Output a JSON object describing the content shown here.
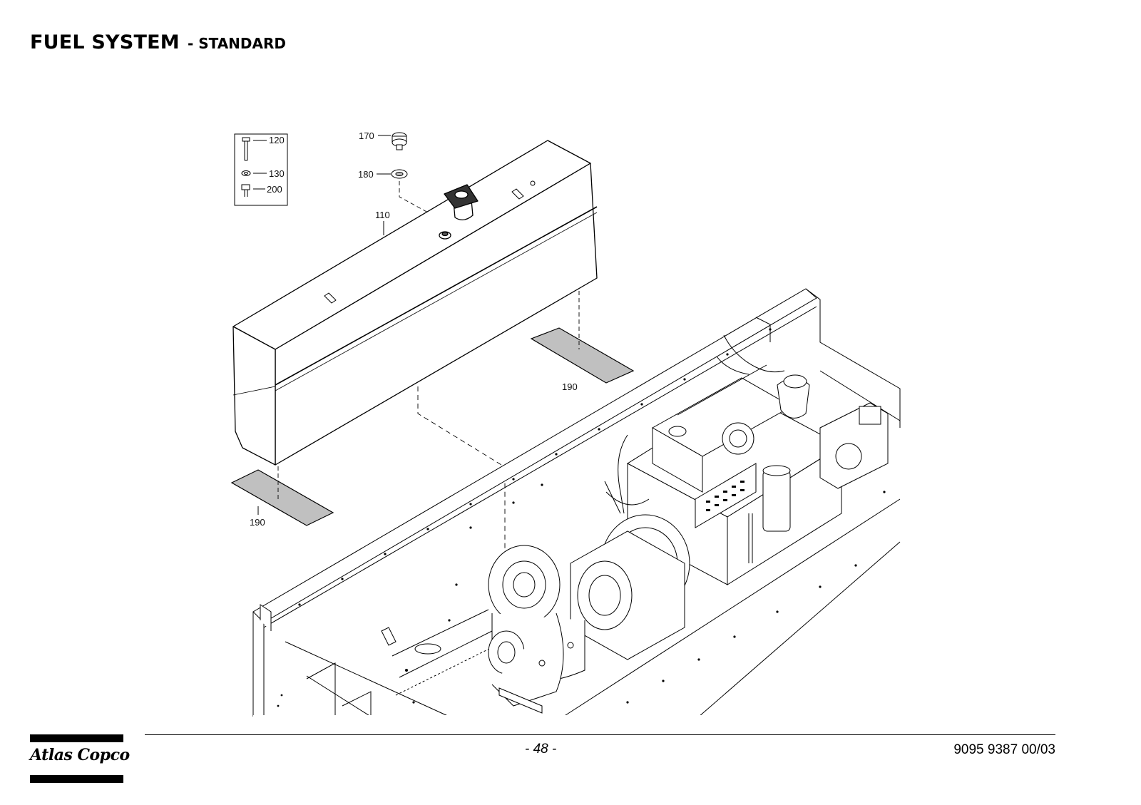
{
  "header": {
    "title_main": "FUEL SYSTEM",
    "title_sub": "- STANDARD"
  },
  "callouts": {
    "c120": "120",
    "c130": "130",
    "c200": "200",
    "c170": "170",
    "c180": "180",
    "c110": "110",
    "c190_right": "190",
    "c190_left": "190"
  },
  "footer": {
    "page_number": "- 48 -",
    "doc_number": "9095 9387 00/03",
    "brand": "Atlas Copco"
  }
}
